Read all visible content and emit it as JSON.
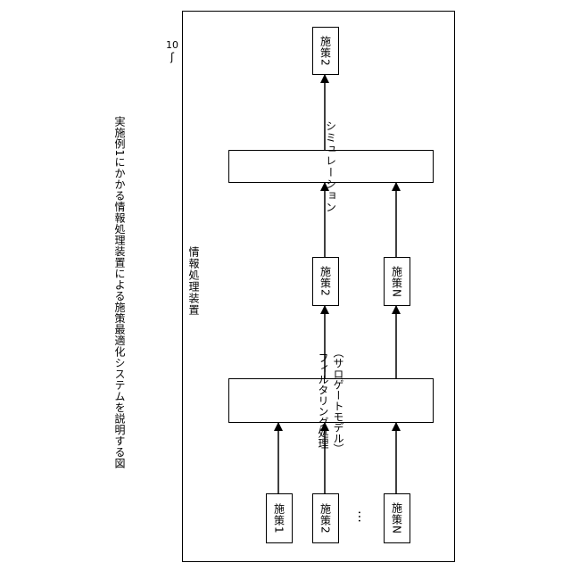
{
  "caption": "実施例1にかかる情報処理装置による施策最適化システムを説明する図",
  "device": {
    "label": "情報処理装置",
    "ref_number": "10"
  },
  "inputs": [
    {
      "label": "施策1"
    },
    {
      "label": "施策2"
    },
    {
      "label": "施策N"
    }
  ],
  "ellipsis": "…",
  "filtering_box": {
    "line1": "フィルタリング処理",
    "line2": "（サロゲートモデル）"
  },
  "filtered": [
    {
      "label": "施策2"
    },
    {
      "label": "施策N"
    }
  ],
  "simulation_box": {
    "label": "シミュレーション"
  },
  "output": {
    "label": "施策2"
  }
}
